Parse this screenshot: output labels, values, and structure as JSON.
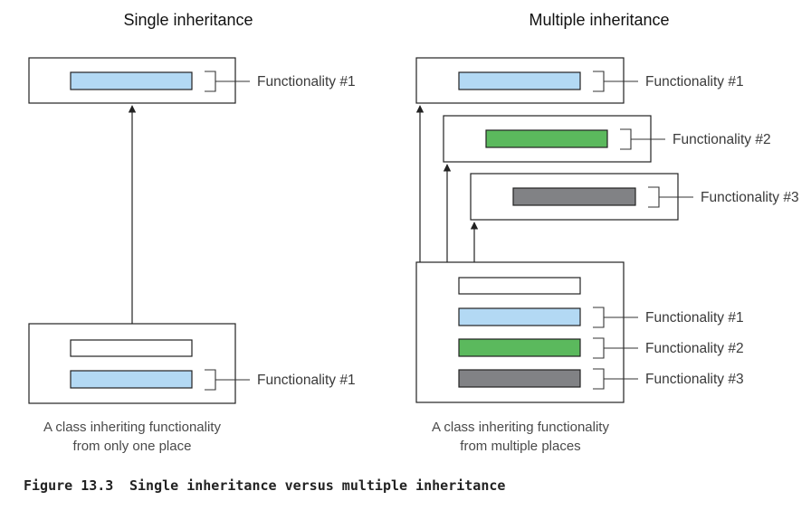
{
  "colors": {
    "blue": "#b3d9f4",
    "green": "#5bb95d",
    "gray": "#818285",
    "white": "#ffffff"
  },
  "single": {
    "heading": "Single inheritance",
    "parent_label": "Functionality #1",
    "child_label": "Functionality #1",
    "caption_line1": "A class inheriting functionality",
    "caption_line2": "from only one place"
  },
  "multiple": {
    "heading": "Multiple inheritance",
    "parent1_label": "Functionality #1",
    "parent2_label": "Functionality #2",
    "parent3_label": "Functionality #3",
    "child_labels": [
      "Functionality #1",
      "Functionality #2",
      "Functionality #3"
    ],
    "caption_line1": "A class inheriting functionality",
    "caption_line2": "from multiple places"
  },
  "figure": {
    "number": "Figure 13.3",
    "title": "Single inheritance versus multiple inheritance"
  }
}
